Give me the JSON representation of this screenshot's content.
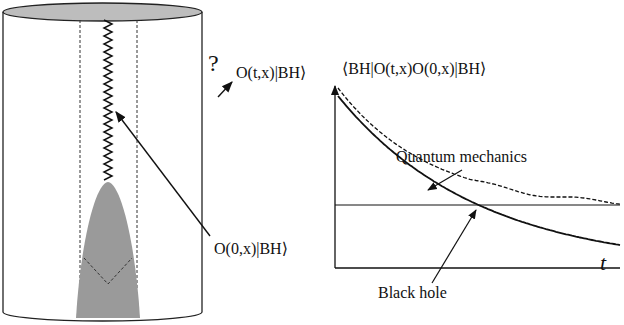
{
  "diagram": {
    "labels": [
      "?",
      "O(t,x)|BH⟩",
      "O(0,x)|BH⟩",
      "⟨BH|O(t,x)O(0,x)|BH⟩",
      "Quantum mechanics",
      "Black hole",
      "t"
    ]
  }
}
